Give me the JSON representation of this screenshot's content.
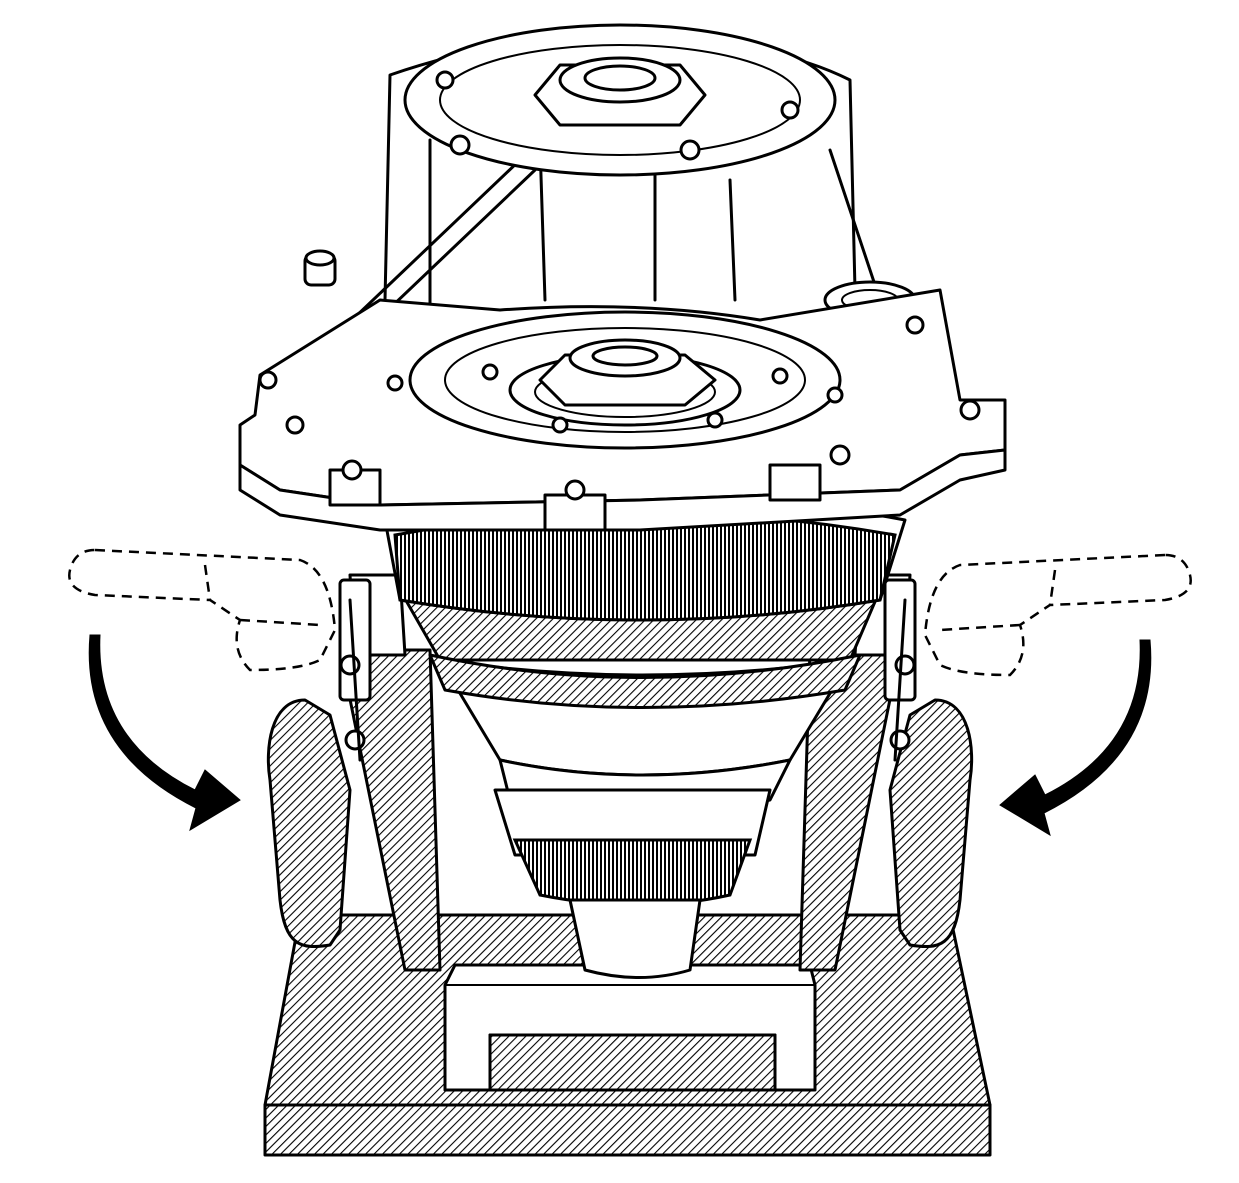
{
  "figure": {
    "subject": "transfer-case-assembly-on-holding-fixture",
    "colors": {
      "ink": "#000000",
      "paper": "#ffffff"
    },
    "arrows": {
      "left": "curved-arrow-down-right",
      "right": "curved-arrow-down-left"
    }
  }
}
